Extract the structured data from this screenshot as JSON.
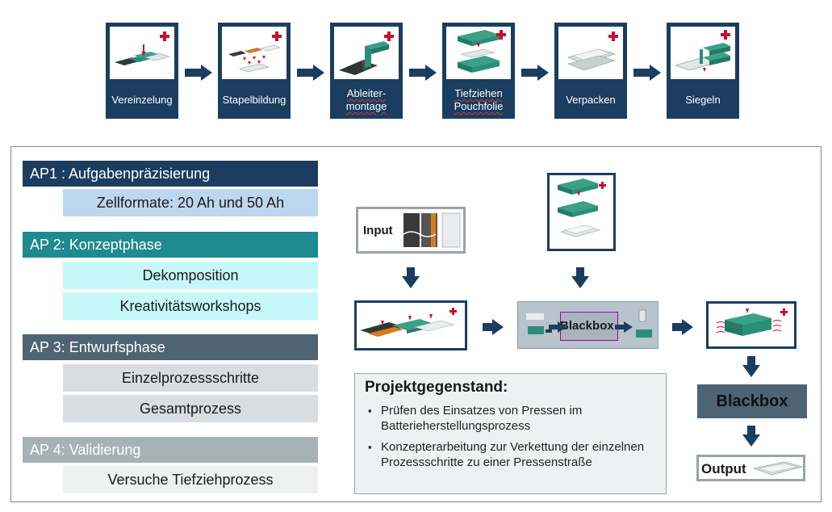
{
  "process_chain": [
    {
      "label": "Vereinzelung",
      "spell_mark": false
    },
    {
      "label": "Stapelbildung",
      "spell_mark": false
    },
    {
      "label": "Ableiter-\nmontage",
      "spell_mark": true
    },
    {
      "label": "Tiefziehen\nPouchfolie",
      "spell_mark": true
    },
    {
      "label": "Verpacken",
      "spell_mark": false
    },
    {
      "label": "Siegeln",
      "spell_mark": false
    }
  ],
  "work_packages": [
    {
      "title": "AP1 : Aufgabenpräzisierung",
      "color": "#1b3d5f",
      "sub_color": "#bdd7ee",
      "items": [
        "Zellformate: 20 Ah und 50 Ah"
      ]
    },
    {
      "title": "AP 2: Konzeptphase",
      "color": "#1f8a8f",
      "sub_color": "#c6f7f9",
      "items": [
        "Dekomposition",
        "Kreativitätsworkshops"
      ]
    },
    {
      "title": "AP 3: Entwurfsphase",
      "color": "#4e6473",
      "sub_color": "#d9dde0",
      "items": [
        "Einzelprozessschritte",
        "Gesamtprozess"
      ]
    },
    {
      "title": "AP 4: Validierung",
      "color": "#a6b2b4",
      "sub_color": "#eff1f1",
      "items": [
        "Versuche Tiefziehprozess"
      ]
    }
  ],
  "flow": {
    "input_label": "Input",
    "blackbox_label": "Blackbox",
    "output_label": "Output",
    "blackbox_box_label": "Blackbox"
  },
  "project": {
    "title": "Projektgegenstand:",
    "bullets": [
      "Prüfen des Einsatzes von Pressen im Batterieherstellungsprozess",
      "Konzepterarbeitung zur Verkettung der einzelnen Prozessschritte zu einer Pressenstraße"
    ]
  },
  "colors": {
    "navy": "#1b3d5f",
    "teal": "#1f8a8f",
    "slate": "#4e6473",
    "press_green": "#2a8f78",
    "marker_red": "#c8102e"
  }
}
